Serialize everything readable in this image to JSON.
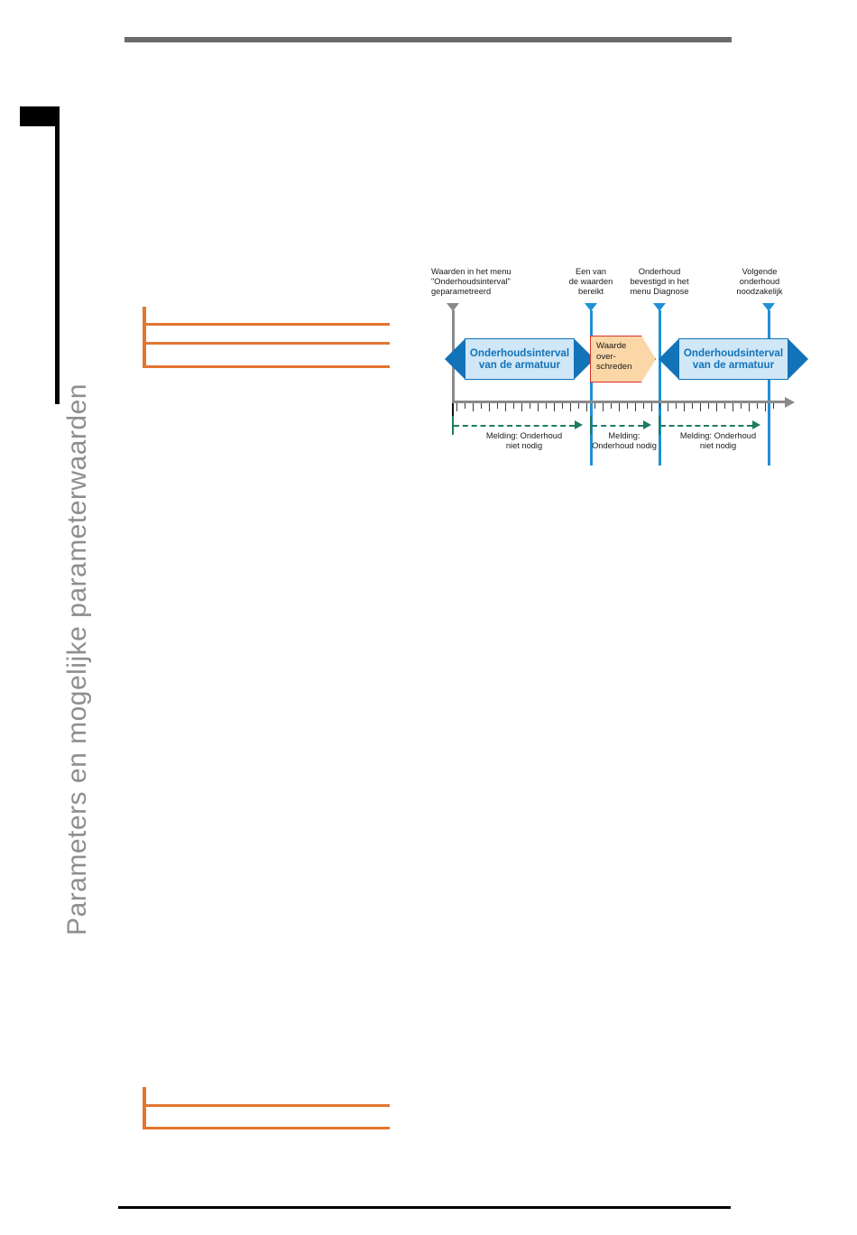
{
  "page": {
    "side_chapter_title": "Parameters en mogelijke parameterwaarden"
  },
  "tables": {
    "top": {
      "rows": 3
    },
    "bottom": {
      "rows": 2
    }
  },
  "figure": {
    "callouts": [
      {
        "id": "values-parameterised",
        "text": "Waarden in het menu\n\"Onderhoudsinterval\"\ngeparametreerd"
      },
      {
        "id": "one-value-reached",
        "text": "Een van\nde waarden\nbereikt"
      },
      {
        "id": "maintenance-confirmed",
        "text": "Onderhoud\nbevestigd in het\nmenu Diagnose"
      },
      {
        "id": "next-maintenance-required",
        "text": "Volgende\nonderhoud\nnoodzakelijk"
      }
    ],
    "intervals": [
      {
        "id": "interval-1",
        "text": "Onderhoudsinterval\nvan de armatuur"
      },
      {
        "id": "interval-2",
        "text": "Onderhoudsinterval\nvan de armatuur"
      }
    ],
    "exceeded_box": {
      "id": "value-exceeded",
      "text": "Waarde\nover-\nschreden"
    },
    "messages": [
      {
        "id": "msg-no-maintenance-1",
        "text": "Melding: Onderhoud\nniet nodig"
      },
      {
        "id": "msg-maintenance-needed",
        "text": "Melding:\nOnderhoud nodig"
      },
      {
        "id": "msg-no-maintenance-2",
        "text": "Melding: Onderhoud\nniet nodig"
      }
    ],
    "colors": {
      "interval_fill": "#cfe7f7",
      "interval_stroke": "#1273b8",
      "exceeded_fill": "#fbd7a8",
      "exceeded_stroke": "#d93025",
      "marker_blue": "#1f8fd6",
      "marker_gray": "#8a8a8a",
      "message_green": "#1f7a63",
      "table_orange": "#e2762f",
      "side_title_gray": "#8e8e8e"
    }
  }
}
